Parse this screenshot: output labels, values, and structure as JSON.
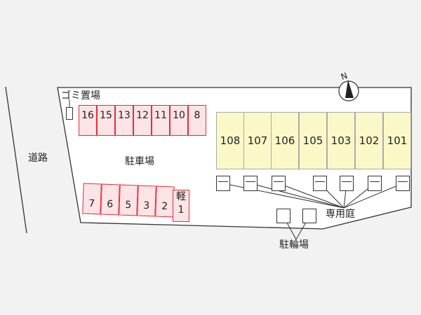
{
  "labels": {
    "road": "道路",
    "garbage": "ゴミ置場",
    "parking": "駐車場",
    "bike_parking": "駐輪場",
    "private_garden": "専用庭",
    "compact_car": "軽"
  },
  "parking_top_row": [
    "16",
    "15",
    "13",
    "12",
    "11",
    "10",
    "8"
  ],
  "parking_bottom_row": [
    "7",
    "6",
    "5",
    "3",
    "2"
  ],
  "compact_lot_number": "1",
  "units": [
    "108",
    "107",
    "106",
    "105",
    "103",
    "102",
    "101"
  ],
  "compass": {
    "label": "N"
  },
  "colors": {
    "parking_border": "#e0303a",
    "parking_fill": "#fbe3e6",
    "unit_fill": "#fbf8c8",
    "lot_fill": "#ffffff"
  }
}
